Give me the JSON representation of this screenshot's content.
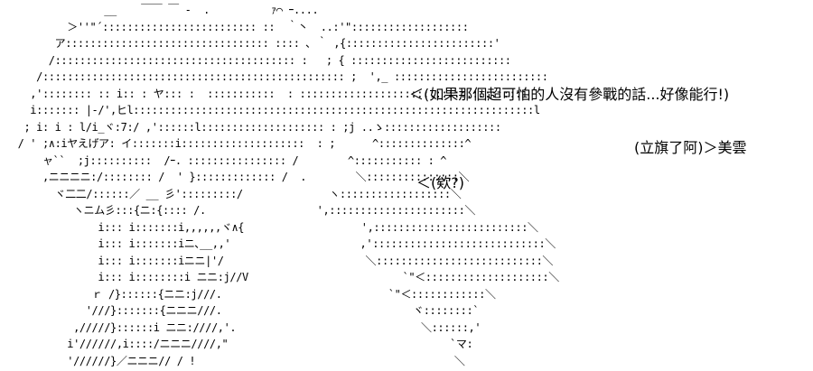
{
  "dialogue": {
    "line_1": "＜(如果那個超可怕的人沒有參戰的話...好像能行!)",
    "line_2": "(立旗了阿)＞美雲",
    "line_3": "＜(欸?)"
  },
  "art": {
    "text": "                __    ￣￣ ￣ -  .          ｧ⌒ ｰ....\n          ＞''\"´::::::::::::::::::::::::: ::  ｀丶  ..:'\":::::::::::::::::::\n        ア::::::::::::::::::::::::::::::::: :::: ､ ｀ ,{::::::::::::::::::::::::'\n       /::::::::::::::::::::::::::::::::::::::: :   ; { ::::::::::::::::::::::::::\n     /::::::::::::::::::::::::::::::::::::::::::::::::: ;  ',_ :::::::::::::::::::::::::\n    ,':::::::: :: i:: : ヤ::: :  :::::::::::  : ::::::::::::::::::::::::::::::::::::i\n    i::::::: |-/',ヒl:::::::::::::::::::::::::::::::::::::::::::::::::::::::::::::::::l\n   ; i: i : l/i_ヾ:7:/ ,'::::::l:::::::::::::::::::: : ;j ..ゝ:::::::::::::::::::\n  / ' ;∧:iヤえげア: イ:::::::i::::::::::::::::::::  : ;      ^::::::::::::::^\n      ャ``  ;j::::::::::  /ｰ. :::::::::::::::: /        ^::::::::::: : ^\n      ,ニニニニ:/:::::::: /  ' }::::::::::::: /  .        ＼:::::::::::::::＼\n        ヾ二二/::::::／ __ 彡':::::::::/              ヽ::::::::::::::::::＼\n           ヽニム彡:::{ニ:{:::: /.                  ',::::::::::::::::::::::＼\n               i::: i:::::::i,,,,,,ヾ∧{                   ',:::::::::::::::::::::::::＼\n               i::: i:::::::iニ､__,,'                     ,'::::::::::::::::::::::::::::＼\n               i::: i:::::::iニニ|'/                       ＼:::::::::::::::::::::::::::＼\n               i::: i::::::::i ニニ:j//V                         `\"＜::::::::::::::::::::＼\n              ｒ /}::::::{ニニ:j///.                           `\"＜::::::::::::＼\n             '///}:::::::{ニニニ///.                               ヾ::::::::`\n           ,/////}::::::i ニニ:////,'.                              ＼::::::,'\n          i'//////,i::::/ニニニ////,\"                                    `マ:\n          '//////}／ニニニ// / !                                          ＼"
  }
}
